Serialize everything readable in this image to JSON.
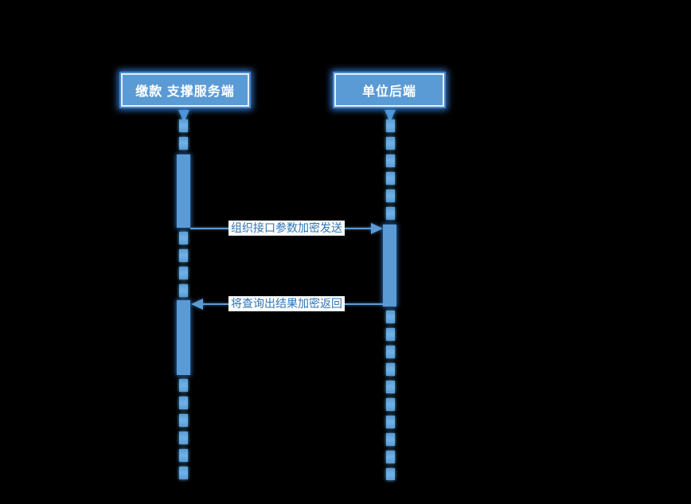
{
  "canvas": {
    "background_color": "#000000"
  },
  "palette": {
    "shape_fill": "#5B9BD5",
    "shape_glow": "#3D8BE8",
    "actor_text_color": "#FFFFFF",
    "message_text_color": "#2E75B6",
    "message_label_background": "#FFFFFF"
  },
  "actors": [
    {
      "label": "缴款 支撑服务端"
    },
    {
      "label": "单位后端"
    }
  ],
  "messages": [
    {
      "label": "组织接口参数加密发送",
      "from": "缴款 支撑服务端",
      "to": "单位后端",
      "direction": "left-to-right"
    },
    {
      "label": "将查询出结果加密返回",
      "from": "单位后端",
      "to": "缴款 支撑服务端",
      "direction": "right-to-left"
    }
  ]
}
